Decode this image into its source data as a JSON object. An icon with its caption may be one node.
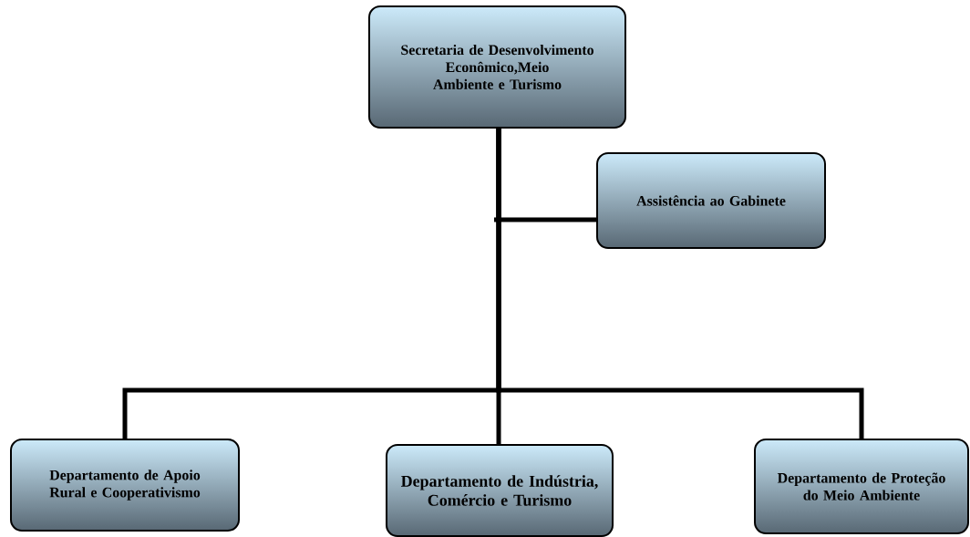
{
  "diagram": {
    "nodes": [
      {
        "text": [
          "Secretaria de Desenvolvimento Econômico,Meio Ambiente e Turismo"
        ]
      },
      {
        "text": [
          "Assistência ao Gabinete"
        ]
      },
      {
        "text": [
          "Departamento de Apoio Rural e Cooperativismo"
        ]
      },
      {
        "text": [
          "Departamento de Indústria, Comércio e Turismo"
        ]
      },
      {
        "text": [
          "Departamento de Proteção do Meio Ambiente"
        ]
      }
    ],
    "edges": [
      {
        "from": 0,
        "to": 1,
        "arrow": "none"
      },
      {
        "from": 0,
        "to": 2,
        "arrow": "none"
      },
      {
        "from": 0,
        "to": 3,
        "arrow": "none"
      },
      {
        "from": 0,
        "to": 4,
        "arrow": "none"
      }
    ]
  }
}
